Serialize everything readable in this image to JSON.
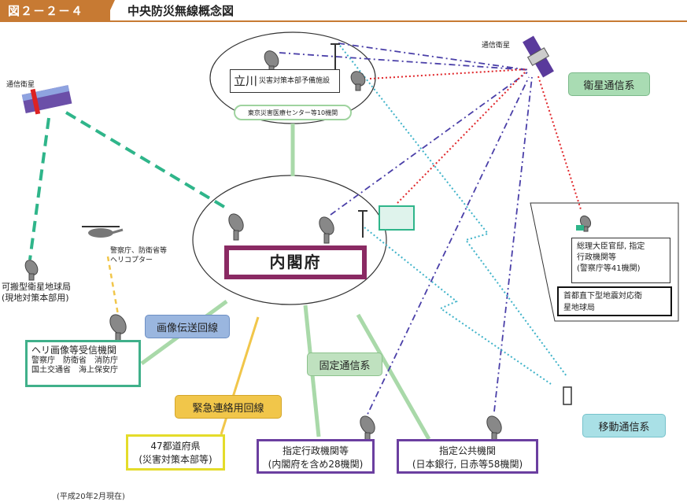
{
  "header": {
    "figure_label": "図２－２－４",
    "title": "中央防災無線概念図"
  },
  "nodes": {
    "cabinet_office": "内閣府",
    "tachikawa_big": "立川",
    "tachikawa_sub": "災害対策本部予備施設",
    "tokyo_medical": "東京災害医療センター等10機関",
    "satellite_left": "通信衛星",
    "satellite_right": "通信衛星",
    "portable_station_line1": "可搬型衛星地球局",
    "portable_station_line2": "(現地対策本部用)",
    "helicopter_line1": "警察庁、防衛省等",
    "helicopter_line2": "ヘリコプター",
    "heli_receiver_title": "ヘリ画像等受信機関",
    "heli_receiver_line1": "警察庁　防衛省　消防庁",
    "heli_receiver_line2": "国土交通省　海上保安庁",
    "prefectures_line1": "47都道府県",
    "prefectures_line2": "(災害対策本部等)",
    "admin_line1": "指定行政機関等",
    "admin_line2": "(内閣府を含め28機関)",
    "public_line1": "指定公共機関",
    "public_line2": "(日本銀行, 日赤等58機関)",
    "pm_line1": "総理大臣官邸, 指定",
    "pm_line2": "行政機関等",
    "pm_line3": "(警察庁等41機関)",
    "quake_line1": "首都直下型地震対応衛",
    "quake_line2": "星地球局"
  },
  "systems": {
    "satellite": "衛星通信系",
    "image": "画像伝送回線",
    "fixed": "固定通信系",
    "emergency": "緊急連絡用回線",
    "mobile": "移動通信系"
  },
  "footnote": "(平成20年2月現在)",
  "colors": {
    "header": "#c77a33",
    "cabinet_border": "#8a2a63",
    "fixed_line": "#a9d9a9",
    "satellite_dashed": "#2fb58a",
    "dashdot": "#4a3fa8",
    "red_dotted": "#e0262a",
    "cyan_dotted": "#3fb3c9",
    "emergency_line": "#f1c64a"
  }
}
